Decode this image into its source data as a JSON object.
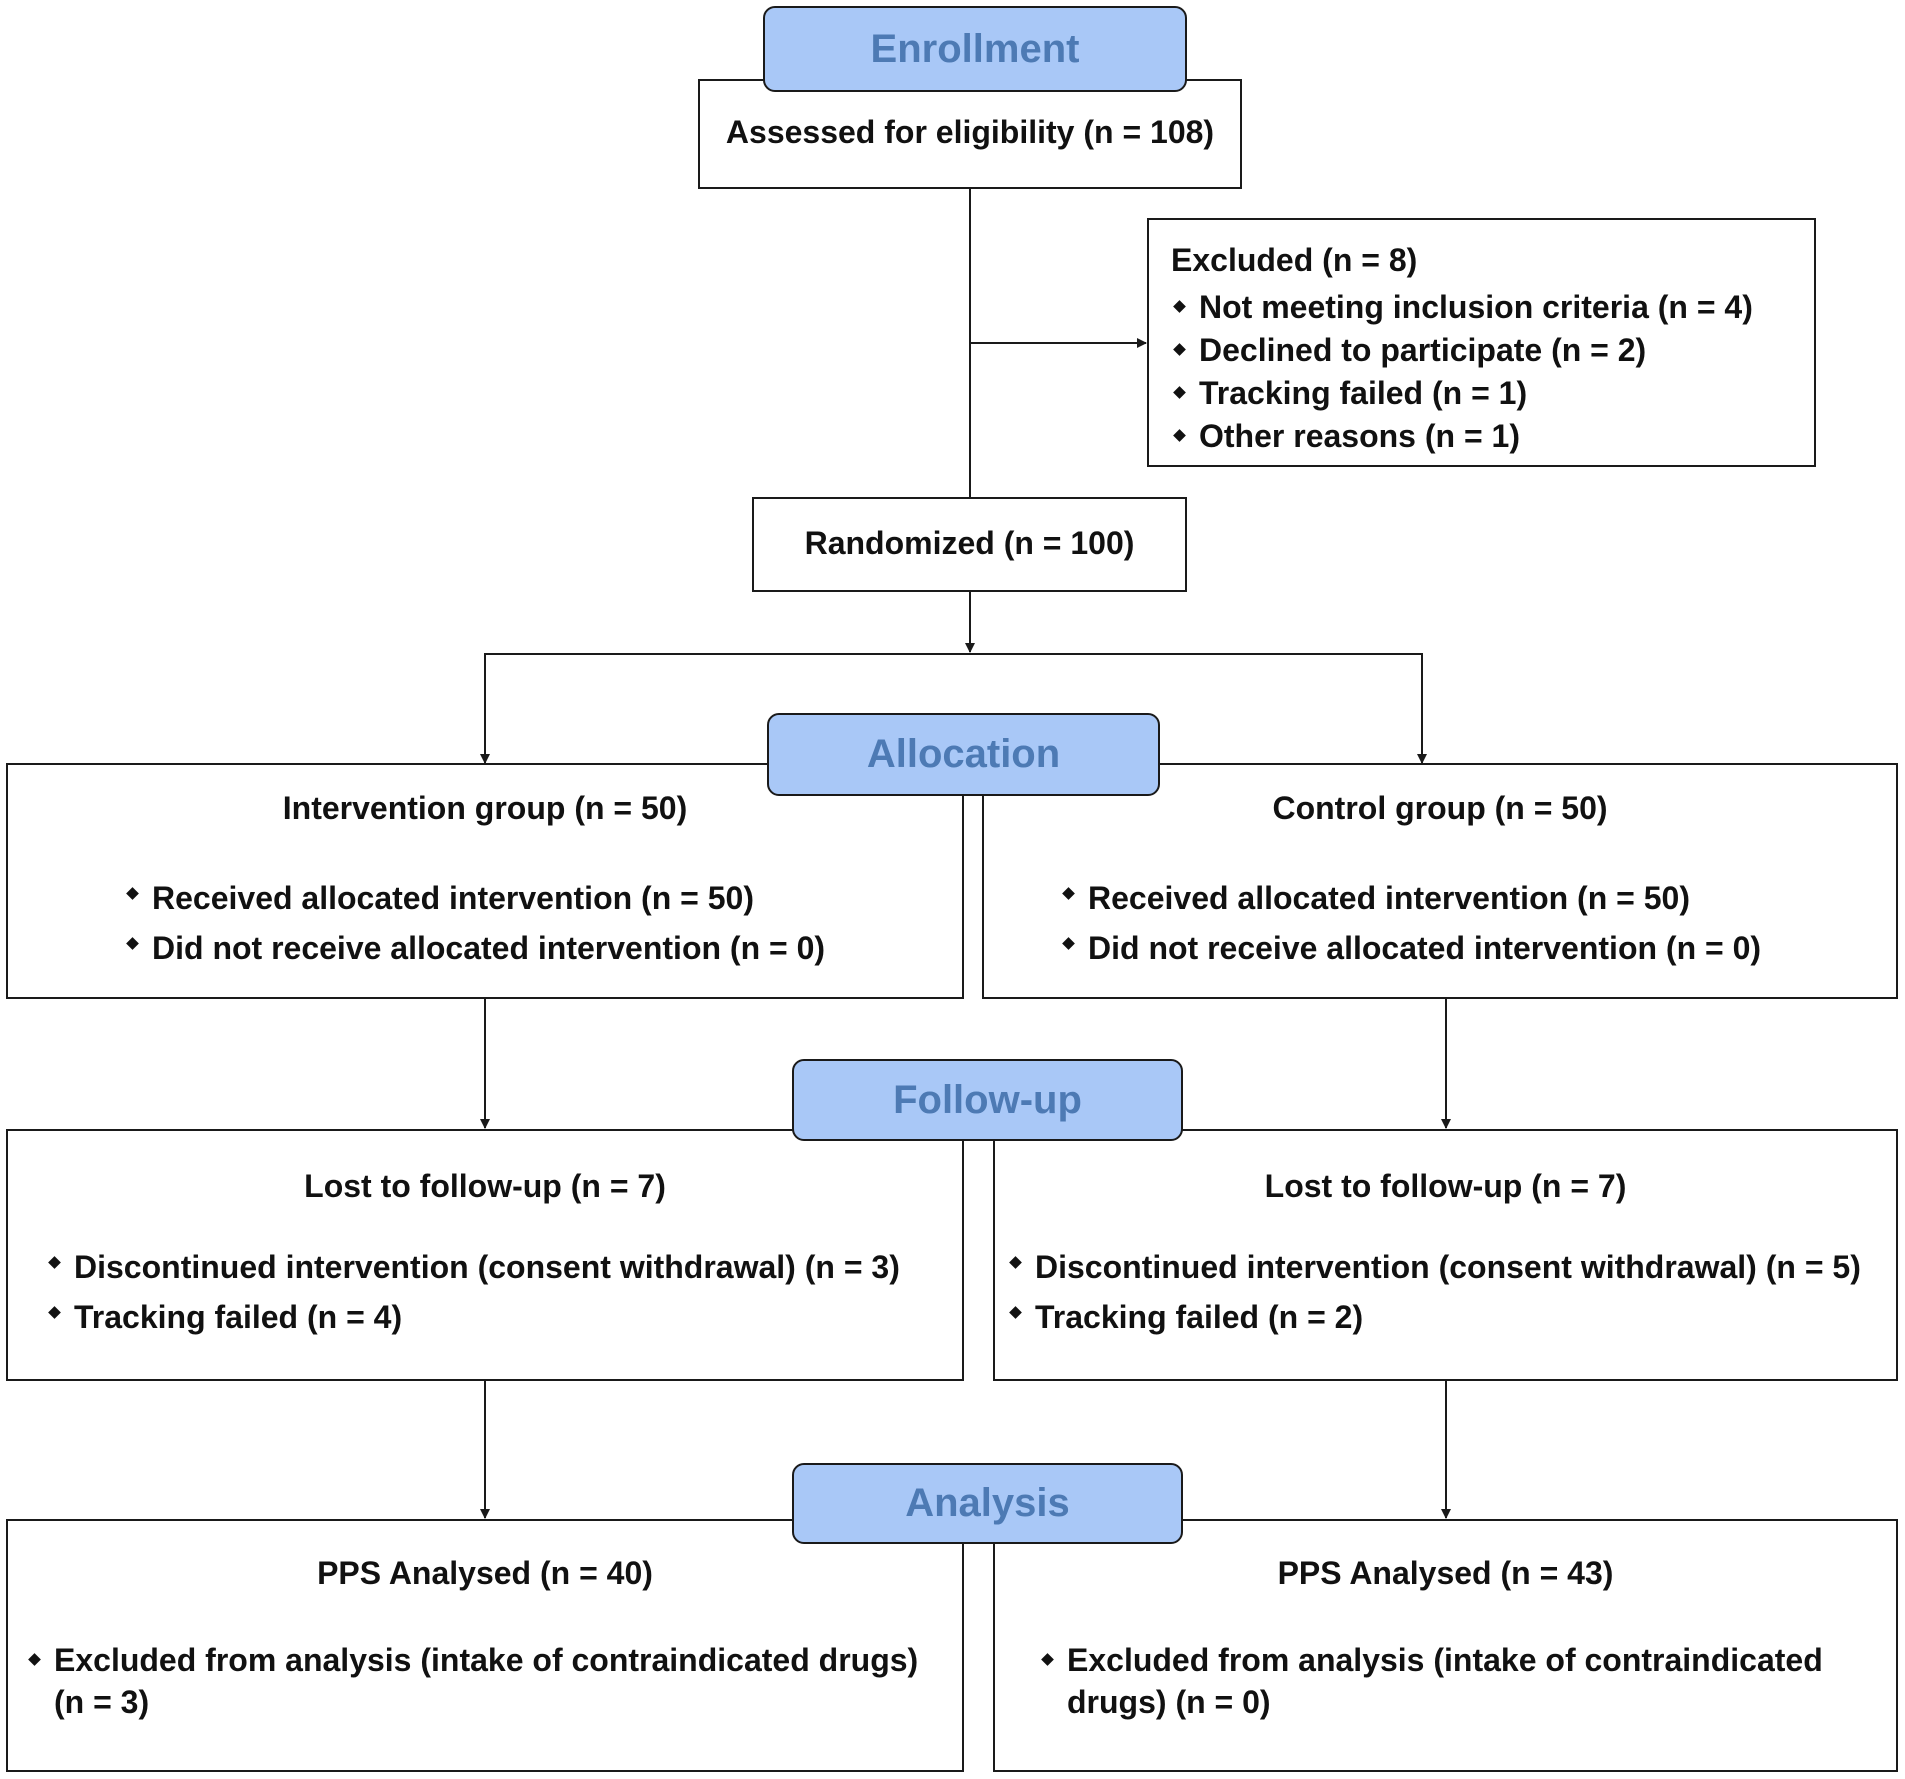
{
  "stages": {
    "enrollment": "Enrollment",
    "allocation": "Allocation",
    "followup": "Follow-up",
    "analysis": "Analysis"
  },
  "assessed": "Assessed for eligibility (n = 108)",
  "excluded": {
    "title": "Excluded (n = 8)",
    "items": [
      "Not meeting inclusion criteria (n = 4)",
      "Declined to participate (n = 2)",
      "Tracking failed (n = 1)",
      "Other reasons (n = 1)"
    ]
  },
  "randomized": "Randomized (n = 100)",
  "allocation": {
    "intervention": {
      "title": "Intervention group (n = 50)",
      "items": [
        "Received allocated intervention (n = 50)",
        "Did not receive allocated intervention (n = 0)"
      ]
    },
    "control": {
      "title": "Control group (n = 50)",
      "items": [
        "Received allocated intervention (n = 50)",
        "Did not receive allocated intervention (n = 0)"
      ]
    }
  },
  "followup": {
    "intervention": {
      "title": "Lost to follow-up (n = 7)",
      "items": [
        "Discontinued intervention (consent withdrawal) (n = 3)",
        "Tracking failed (n = 4)"
      ]
    },
    "control": {
      "title": "Lost to follow-up (n = 7)",
      "items": [
        "Discontinued intervention (consent withdrawal) (n = 5)",
        "Tracking failed (n = 2)"
      ]
    }
  },
  "analysis": {
    "intervention": {
      "title": "PPS Analysed (n = 40)",
      "items": [
        "Excluded from analysis (intake of contraindicated drugs) (n = 3)"
      ]
    },
    "control": {
      "title": "PPS Analysed (n = 43)",
      "items": [
        "Excluded from analysis (intake of contraindicated drugs) (n = 0)"
      ]
    }
  },
  "colors": {
    "stage_fill": "#a9c8f7",
    "stage_text": "#4d7ab4",
    "line": "#1a1a1a"
  }
}
